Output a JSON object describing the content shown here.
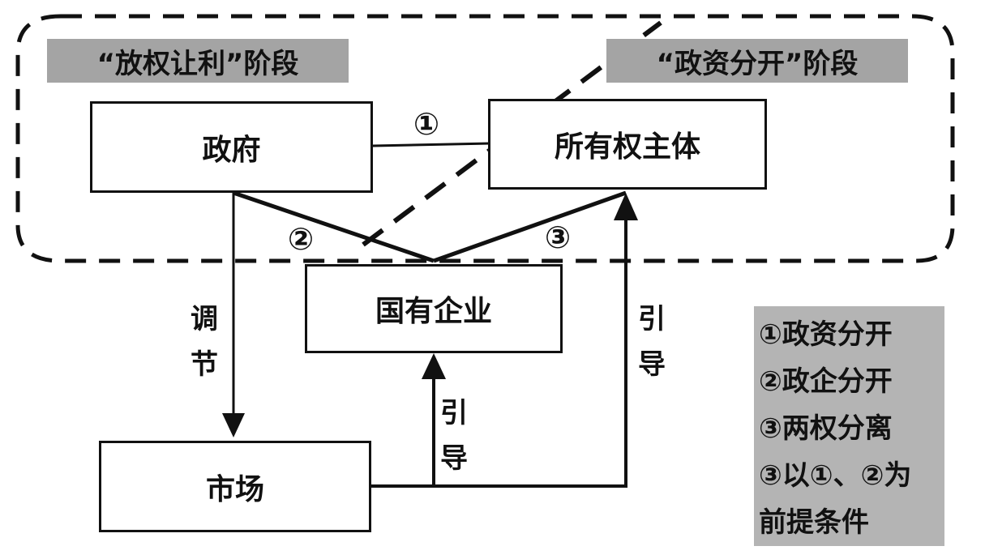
{
  "stages": {
    "left": "“放权让利”阶段",
    "right": "“政资分开”阶段"
  },
  "nodes": {
    "government": "政府",
    "owner": "所有权主体",
    "soe": "国有企业",
    "market": "市场"
  },
  "markers": {
    "one": "①",
    "two": "②",
    "three": "③"
  },
  "edge_labels": {
    "regulate": "调节",
    "guide_soe": "引导",
    "guide_owner": "引导"
  },
  "legend": [
    "①政资分开",
    "②政企分开",
    "③两权分离",
    "③以①、②为",
    "前提条件"
  ]
}
